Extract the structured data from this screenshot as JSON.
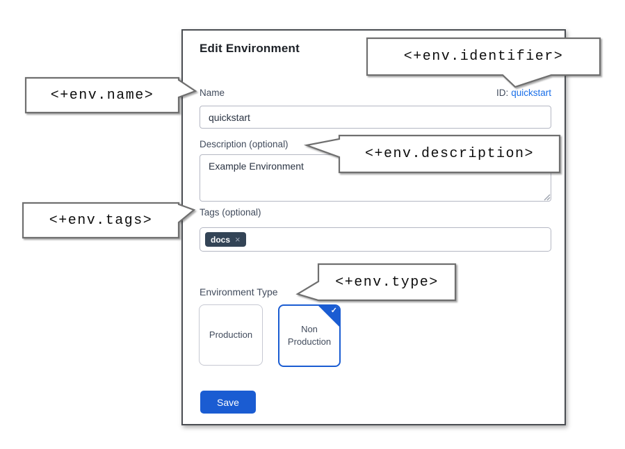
{
  "dialog": {
    "title": "Edit Environment",
    "name_field": {
      "label": "Name",
      "value": "quickstart"
    },
    "id_field": {
      "label": "ID:",
      "value": "quickstart"
    },
    "description_field": {
      "label": "Description (optional)",
      "value": "Example Environment"
    },
    "tags_field": {
      "label": "Tags (optional)",
      "tags": [
        {
          "label": "docs"
        }
      ]
    },
    "type_field": {
      "label": "Environment Type",
      "options": [
        {
          "label": "Production",
          "selected": false
        },
        {
          "label": "Non Production",
          "selected": true
        }
      ]
    },
    "save_button": "Save"
  },
  "callouts": {
    "name": "<+env.name>",
    "identifier": "<+env.identifier>",
    "description": "<+env.description>",
    "tags": "<+env.tags>",
    "type": "<+env.type>"
  },
  "icons": {
    "tag_remove": "×",
    "selected_check": "✓"
  },
  "colors": {
    "primary_blue": "#1a5cd2",
    "link_blue": "#1a6fe8",
    "tag_chip_bg": "#334456",
    "label_text": "#414b5c"
  }
}
